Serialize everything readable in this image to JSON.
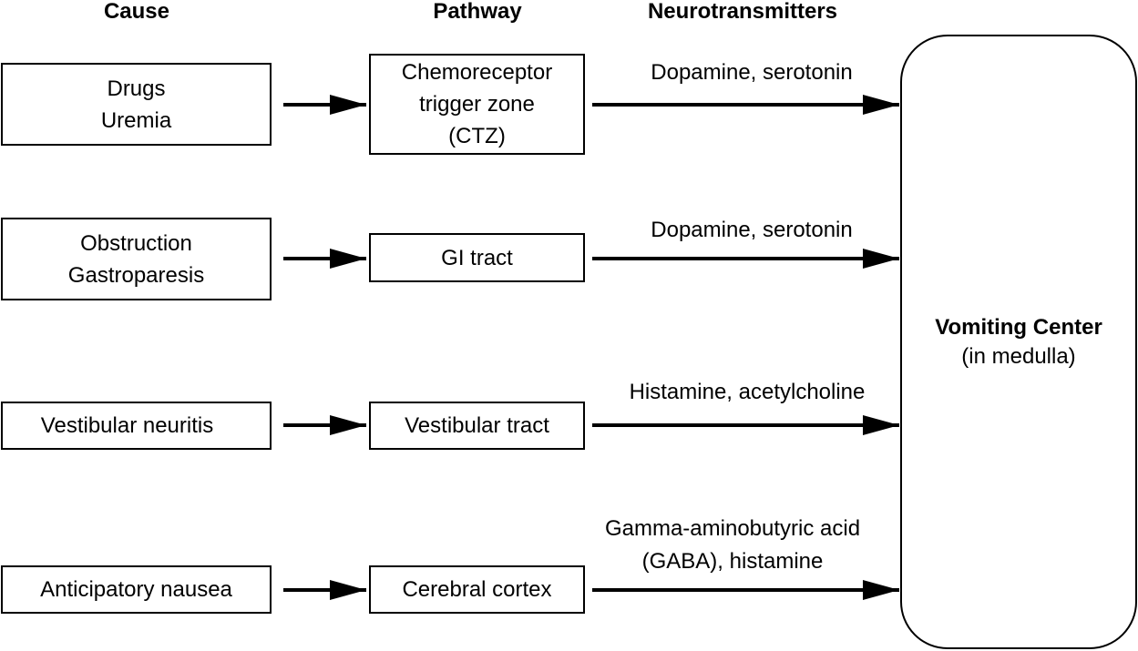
{
  "headers": {
    "cause": "Cause",
    "pathway": "Pathway",
    "neurotransmitters": "Neurotransmitters"
  },
  "rows": [
    {
      "cause": [
        "Drugs",
        "Uremia"
      ],
      "pathway": [
        "Chemoreceptor",
        "trigger zone",
        "(CTZ)"
      ],
      "neurotransmitters": [
        "Dopamine, serotonin"
      ]
    },
    {
      "cause": [
        "Obstruction",
        "Gastroparesis"
      ],
      "pathway": [
        "GI tract"
      ],
      "neurotransmitters": [
        "Dopamine, serotonin"
      ]
    },
    {
      "cause": [
        "Vestibular neuritis"
      ],
      "pathway": [
        "Vestibular tract"
      ],
      "neurotransmitters": [
        "Histamine, acetylcholine"
      ]
    },
    {
      "cause": [
        "Anticipatory nausea"
      ],
      "pathway": [
        "Cerebral cortex"
      ],
      "neurotransmitters": [
        "Gamma-aminobutyric acid",
        "(GABA), histamine"
      ]
    }
  ],
  "target": {
    "title": "Vomiting Center",
    "subtitle": "(in medulla)"
  }
}
